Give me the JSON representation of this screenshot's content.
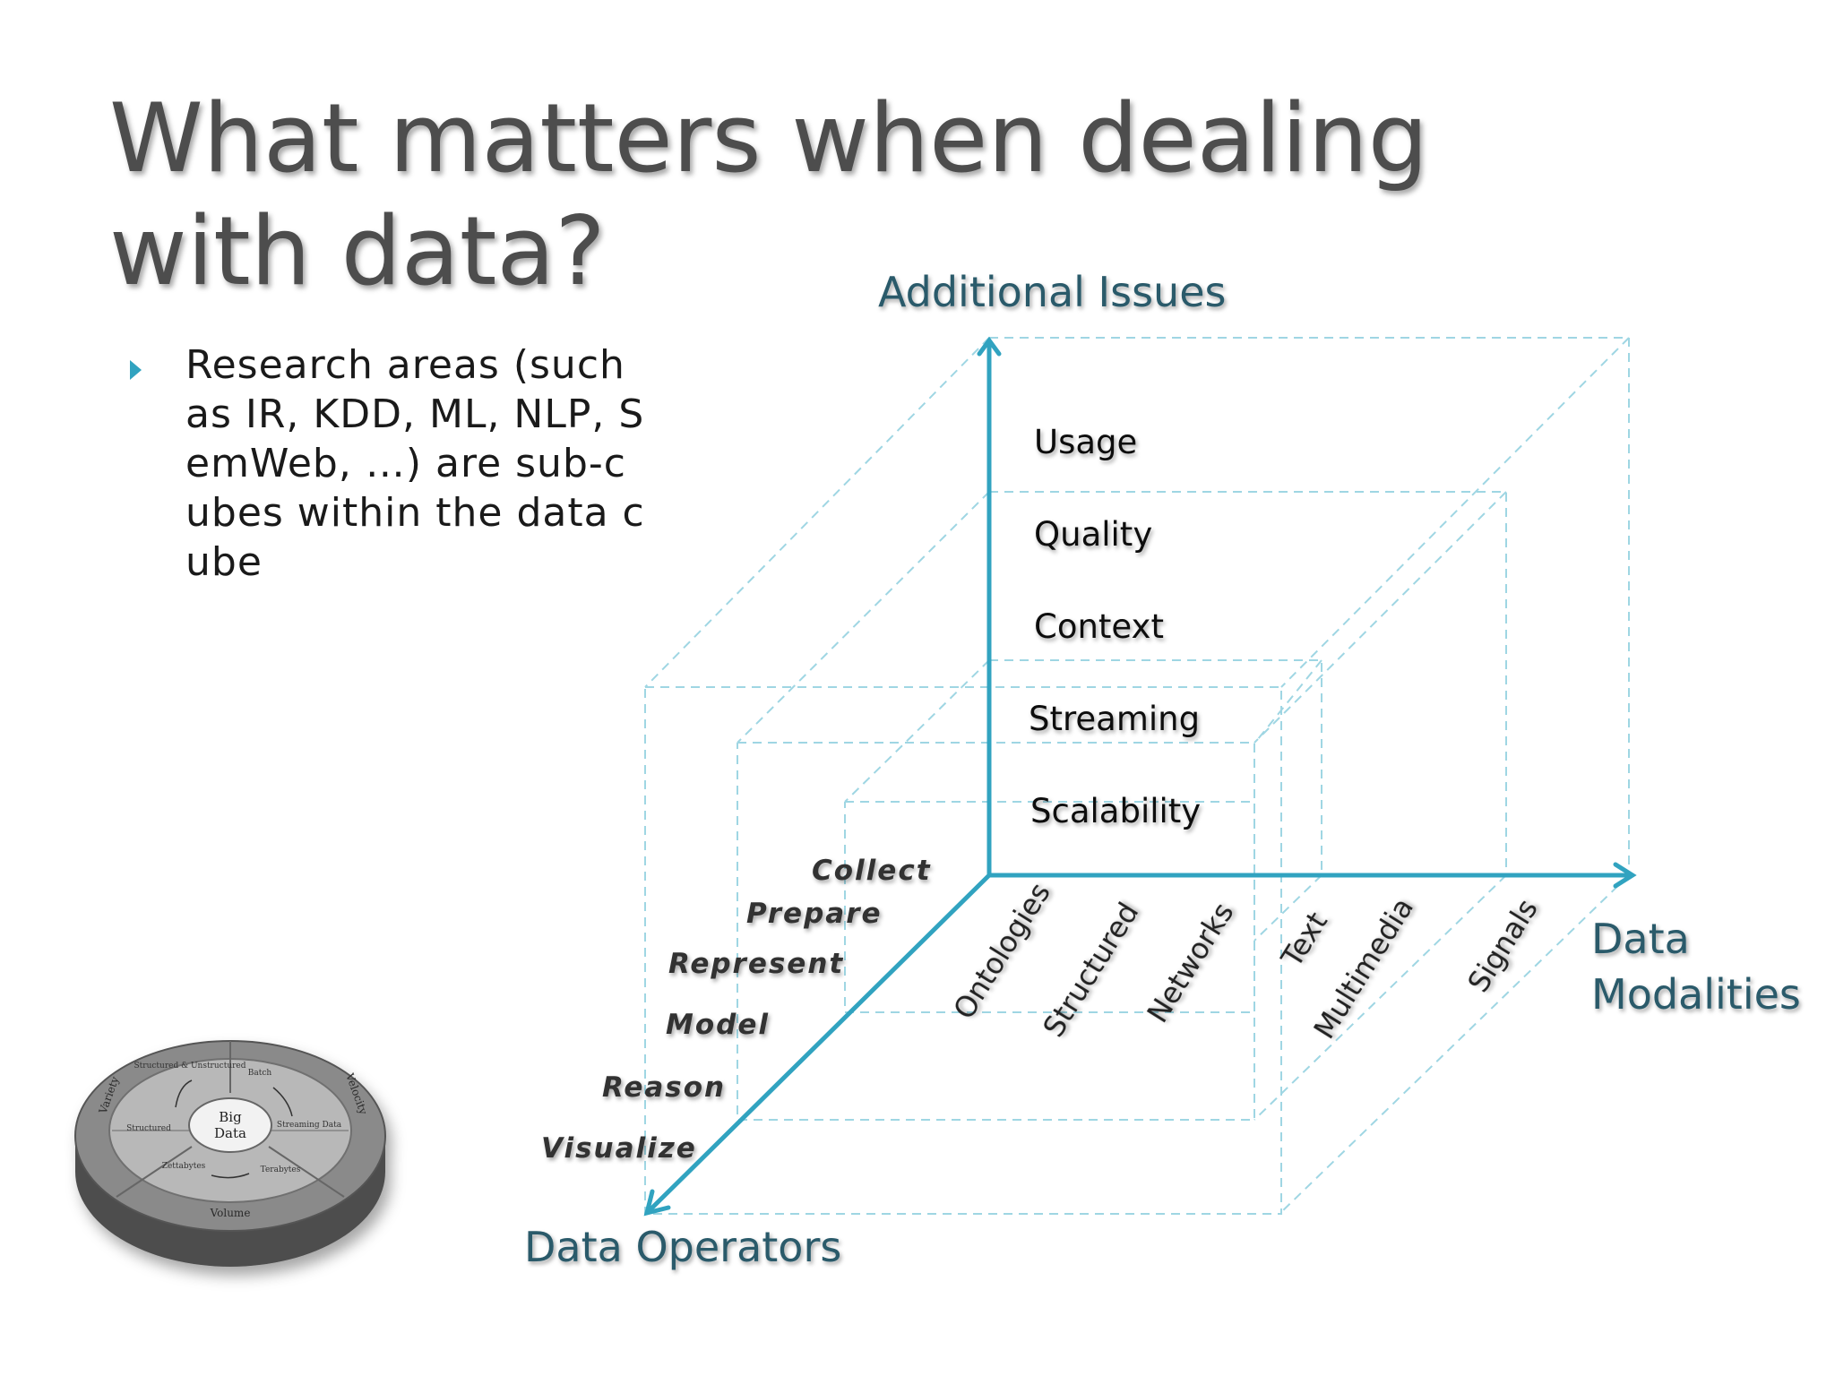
{
  "slide": {
    "title": "What matters when dealing with data?",
    "bullet": "Research areas (such as IR, KDD, ML, NLP, SemWeb, …) are sub-cubes within the data cube"
  },
  "diagram": {
    "axis_vertical": "Additional Issues",
    "axis_horizontal_line1": "Data",
    "axis_horizontal_line2": "Modalities",
    "axis_depth": "Data Operators",
    "issues": [
      "Usage",
      "Quality",
      "Context",
      "Streaming",
      "Scalability"
    ],
    "operators": [
      "Collect",
      "Prepare",
      "Represent",
      "Model",
      "Reason",
      "Visualize"
    ],
    "modalities": [
      "Ontologies",
      "Structured",
      "Networks",
      "Text",
      "Multimedia",
      "Signals"
    ]
  },
  "wheel": {
    "center_line1": "Big",
    "center_line2": "Data",
    "inner_labels": [
      "Structured & Unstructured",
      "Batch",
      "Streaming Data",
      "Terabytes",
      "Zettabytes",
      "Structured"
    ],
    "outer_labels": [
      "Variety",
      "Velocity",
      "Volume"
    ]
  },
  "colors": {
    "axis": "#31a3c0",
    "guides": "#9fd6e3",
    "title": "#4d4d4d"
  }
}
